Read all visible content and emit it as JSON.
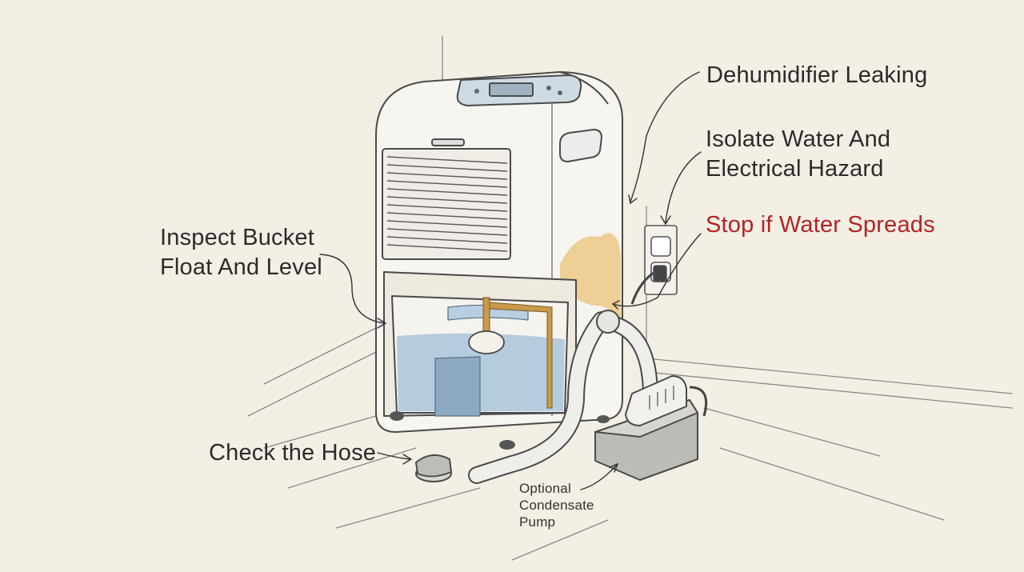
{
  "labels": {
    "title": "Dehumidifier Leaking",
    "isolate": [
      "Isolate Water And",
      "Electrical Hazard"
    ],
    "stop": "Stop if Water Spreads",
    "inspect": [
      "Inspect Bucket",
      "Float And Level"
    ],
    "hose": "Check the Hose",
    "pump": [
      "Optional",
      "Condensate",
      "Pump"
    ]
  },
  "colors": {
    "background": "#f3efe5",
    "ink": "#2b2b2b",
    "warning": "#b32424",
    "water": "#a9c3db",
    "leak_stain": "#e8b55a",
    "float_rod": "#c99a4a"
  }
}
